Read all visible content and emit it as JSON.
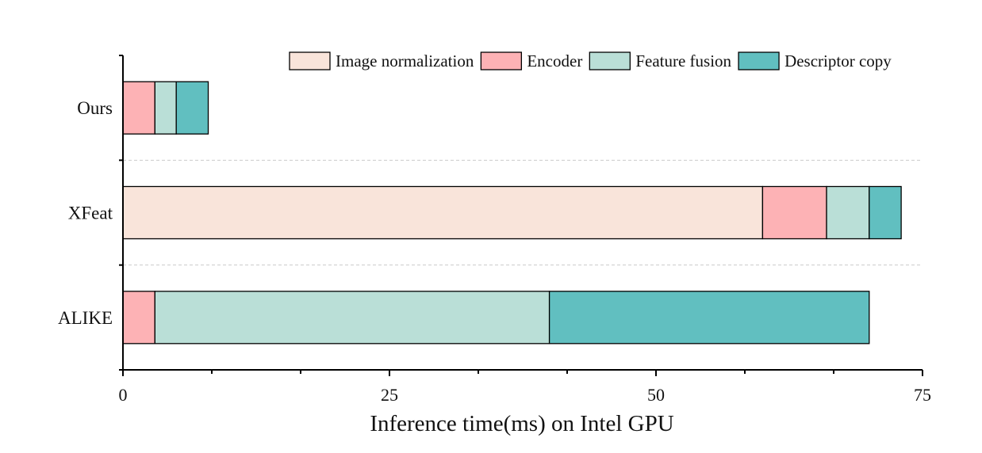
{
  "chart_data": {
    "type": "bar",
    "orientation": "horizontal",
    "stacked": true,
    "categories": [
      "Ours",
      "XFeat",
      "ALIKE"
    ],
    "series": [
      {
        "name": "Image normalization",
        "color": "#f9e4da",
        "values": [
          0,
          60,
          0
        ]
      },
      {
        "name": "Encoder",
        "color": "#fdb2b5",
        "values": [
          3,
          6,
          3
        ]
      },
      {
        "name": "Feature fusion",
        "color": "#badfd7",
        "values": [
          2,
          4,
          37
        ]
      },
      {
        "name": "Descriptor copy",
        "color": "#61bfc0",
        "values": [
          3,
          3,
          30
        ]
      }
    ],
    "xlabel": "Inference time(ms) on Intel GPU",
    "ylabel": "",
    "xlim": [
      0,
      75
    ],
    "xticks": [
      0,
      25,
      50,
      75
    ],
    "grid": "dashed separators between categories",
    "legend_position": "top-right"
  }
}
